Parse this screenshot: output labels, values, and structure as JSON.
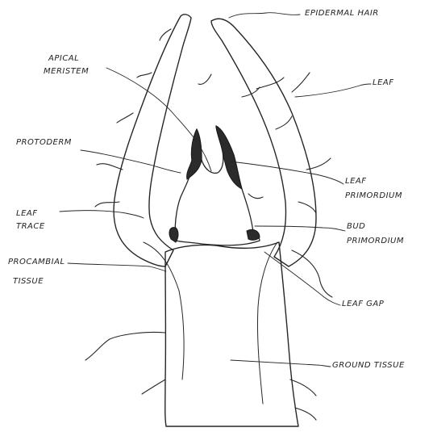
{
  "labels": {
    "epidermal_hair": "EPIDERMAL HAIR",
    "apical_meristem_1": "APICAL",
    "apical_meristem_2": "MERISTEM",
    "leaf": "LEAF",
    "protoderm": "PROTODERM",
    "leaf_primordium_1": "LEAF",
    "leaf_primordium_2": "PRIMORDIUM",
    "leaf_trace_1": "LEAF",
    "leaf_trace_2": "TRACE",
    "bud_primordium_1": "BUD",
    "bud_primordium_2": "PRIMORDIUM",
    "procambial_tissue_1": "PROCAMBIAL",
    "procambial_tissue_2": "TISSUE",
    "leaf_gap": "LEAF GAP",
    "ground_tissue": "GROUND TISSUE"
  },
  "colors": {
    "ink": "#262626",
    "paper": "#ffffff"
  }
}
